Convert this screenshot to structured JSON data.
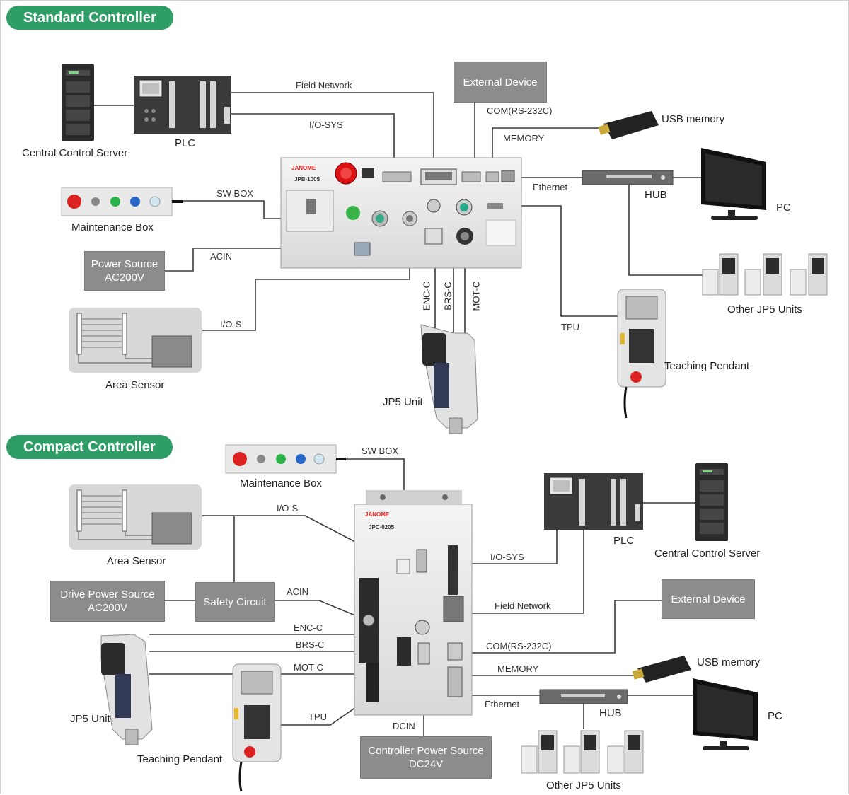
{
  "sections": {
    "standard": {
      "title": "Standard Controller"
    },
    "compact": {
      "title": "Compact Controller"
    }
  },
  "standard": {
    "controller": {
      "brand": "JANOME",
      "model": "JPB-1005"
    },
    "devices": {
      "central_server": "Central Control Server",
      "plc": "PLC",
      "external_device": "External Device",
      "usb_memory": "USB memory",
      "maintenance_box": "Maintenance Box",
      "power_source": "Power Source\nAC200V",
      "area_sensor": "Area Sensor",
      "hub": "HUB",
      "pc": "PC",
      "other_units": "Other JP5 Units",
      "teaching_pendant": "Teaching Pendant",
      "jp5_unit": "JP5 Unit"
    },
    "cables": {
      "field_network": "Field Network",
      "io_sys": "I/O-SYS",
      "com": "COM(RS-232C)",
      "memory": "MEMORY",
      "sw_box": "SW BOX",
      "ethernet": "Ethernet",
      "acin": "ACIN",
      "io_s": "I/O-S",
      "enc_c": "ENC-C",
      "brs_c": "BRS-C",
      "mot_c": "MOT-C",
      "tpu": "TPU"
    }
  },
  "compact": {
    "controller": {
      "brand": "JANOME",
      "model": "JPC-0205"
    },
    "devices": {
      "maintenance_box": "Maintenance Box",
      "area_sensor": "Area Sensor",
      "drive_power": "Drive Power Source\nAC200V",
      "safety_circuit": "Safety Circuit",
      "plc": "PLC",
      "central_server": "Central Control Server",
      "external_device": "External Device",
      "usb_memory": "USB memory",
      "hub": "HUB",
      "pc": "PC",
      "jp5_unit": "JP5 Unit",
      "teaching_pendant": "Teaching Pendant",
      "controller_power": "Controller Power Source\nDC24V",
      "other_units": "Other JP5 Units"
    },
    "cables": {
      "sw_box": "SW BOX",
      "io_s": "I/O-S",
      "io_sys": "I/O-SYS",
      "acin": "ACIN",
      "field_network": "Field Network",
      "enc_c": "ENC-C",
      "brs_c": "BRS-C",
      "mot_c": "MOT-C",
      "com": "COM(RS-232C)",
      "memory": "MEMORY",
      "tpu": "TPU",
      "ethernet": "Ethernet",
      "dcin": "DCIN"
    }
  },
  "colors": {
    "section_green": "#2f9e66",
    "box_gray": "#8c8c8c",
    "line": "#3a3a3a"
  }
}
